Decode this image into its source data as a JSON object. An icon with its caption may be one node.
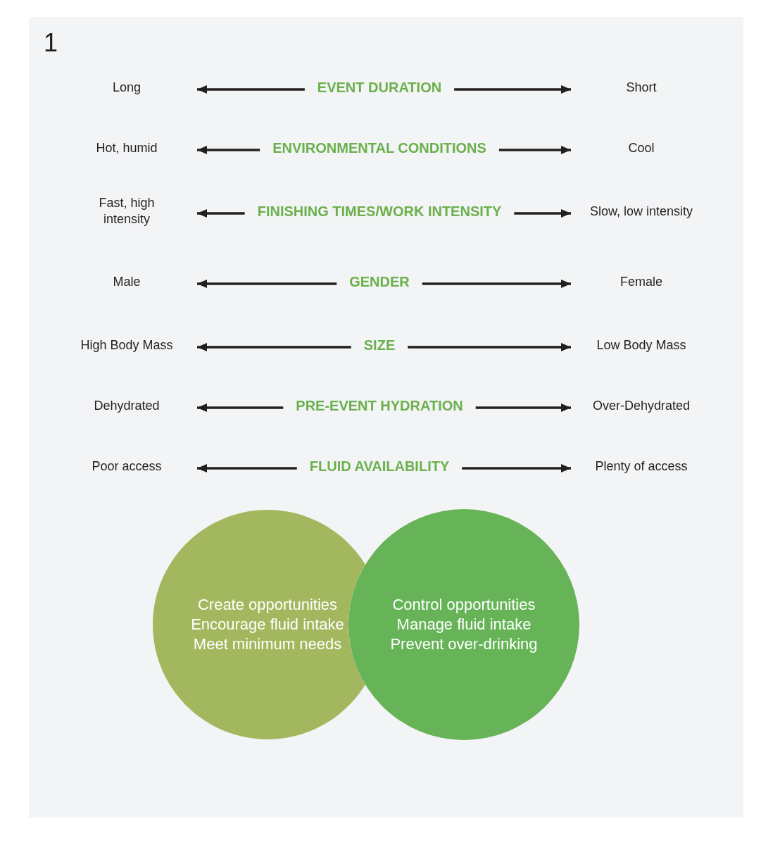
{
  "diagram": {
    "nodes": [
      {
        "text": [
          "Long"
        ]
      },
      {
        "text": [
          "EVENT DURATION"
        ]
      },
      {
        "text": [
          "Short"
        ]
      },
      {
        "text": [
          "Hot, humid"
        ]
      },
      {
        "text": [
          "ENVIRONMENTAL CONDITIONS"
        ]
      },
      {
        "text": [
          "Cool"
        ]
      },
      {
        "text": [
          "Fast, high intensity"
        ]
      },
      {
        "text": [
          "FINISHING TIMES/WORK INTENSITY"
        ]
      },
      {
        "text": [
          "Slow, low intensity"
        ]
      },
      {
        "text": [
          "Male"
        ]
      },
      {
        "text": [
          "GENDER"
        ]
      },
      {
        "text": [
          "Female"
        ]
      },
      {
        "text": [
          "High Body Mass"
        ]
      },
      {
        "text": [
          "SIZE"
        ]
      },
      {
        "text": [
          "Low Body Mass"
        ]
      },
      {
        "text": [
          "Dehydrated"
        ]
      },
      {
        "text": [
          "PRE-EVENT HYDRATION"
        ]
      },
      {
        "text": [
          "Over-Dehydrated"
        ]
      },
      {
        "text": [
          "Poor access"
        ]
      },
      {
        "text": [
          "FLUID AVAILABILITY"
        ]
      },
      {
        "text": [
          "Plenty of access"
        ]
      },
      {
        "text": [
          "Create opportunities",
          "Encourage fluid intake",
          "Meet minimum needs"
        ]
      },
      {
        "text": [
          "Control opportunities",
          "Manage fluid intake",
          "Prevent over-drinking"
        ]
      }
    ],
    "edges": [
      {
        "from": 1,
        "to": 0,
        "arrow": "to"
      },
      {
        "from": 1,
        "to": 2,
        "arrow": "to"
      },
      {
        "from": 4,
        "to": 3,
        "arrow": "to"
      },
      {
        "from": 4,
        "to": 5,
        "arrow": "to"
      },
      {
        "from": 7,
        "to": 6,
        "arrow": "to"
      },
      {
        "from": 7,
        "to": 8,
        "arrow": "to"
      },
      {
        "from": 10,
        "to": 9,
        "arrow": "to"
      },
      {
        "from": 10,
        "to": 11,
        "arrow": "to"
      },
      {
        "from": 13,
        "to": 12,
        "arrow": "to"
      },
      {
        "from": 13,
        "to": 14,
        "arrow": "to"
      },
      {
        "from": 16,
        "to": 15,
        "arrow": "to"
      },
      {
        "from": 16,
        "to": 17,
        "arrow": "to"
      },
      {
        "from": 19,
        "to": 18,
        "arrow": "to"
      },
      {
        "from": 19,
        "to": 20,
        "arrow": "to"
      }
    ],
    "labels": [
      "1"
    ]
  }
}
